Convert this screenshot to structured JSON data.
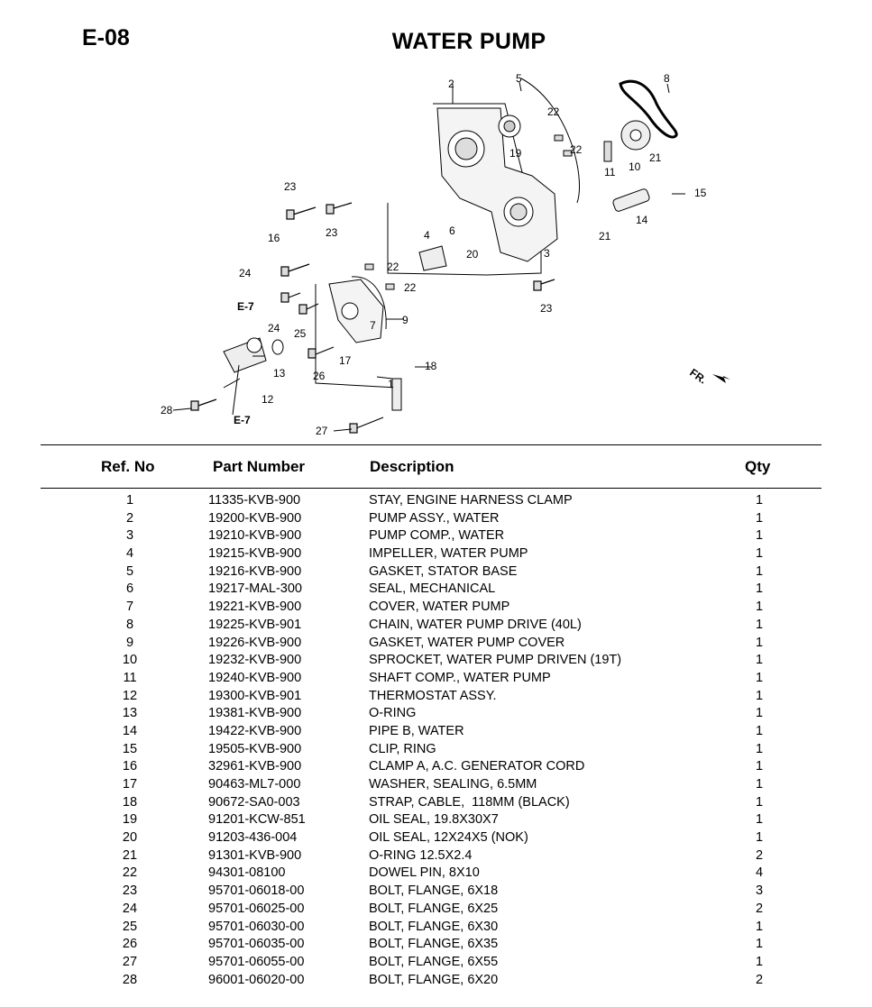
{
  "page": {
    "code": "E-08",
    "title": "WATER PUMP"
  },
  "diagram": {
    "callouts": [
      "1",
      "2",
      "3",
      "4",
      "5",
      "6",
      "7",
      "8",
      "9",
      "10",
      "11",
      "12",
      "13",
      "14",
      "15",
      "16",
      "17",
      "18",
      "19",
      "20",
      "21",
      "22",
      "23",
      "24",
      "25",
      "26",
      "27",
      "28"
    ],
    "refs": [
      "E-7",
      "E-7"
    ],
    "direction": "FR."
  },
  "table": {
    "headers": {
      "ref": "Ref. No",
      "part": "Part Number",
      "desc": "Description",
      "qty": "Qty"
    },
    "rows": [
      {
        "ref": "1",
        "part": "11335-KVB-900",
        "desc": "STAY, ENGINE HARNESS CLAMP",
        "qty": "1"
      },
      {
        "ref": "2",
        "part": "19200-KVB-900",
        "desc": "PUMP ASSY., WATER",
        "qty": "1"
      },
      {
        "ref": "3",
        "part": "19210-KVB-900",
        "desc": "PUMP COMP., WATER",
        "qty": "1"
      },
      {
        "ref": "4",
        "part": "19215-KVB-900",
        "desc": "IMPELLER, WATER PUMP",
        "qty": "1"
      },
      {
        "ref": "5",
        "part": "19216-KVB-900",
        "desc": "GASKET, STATOR BASE",
        "qty": "1"
      },
      {
        "ref": "6",
        "part": "19217-MAL-300",
        "desc": "SEAL, MECHANICAL",
        "qty": "1"
      },
      {
        "ref": "7",
        "part": "19221-KVB-900",
        "desc": "COVER, WATER PUMP",
        "qty": "1"
      },
      {
        "ref": "8",
        "part": "19225-KVB-901",
        "desc": "CHAIN, WATER PUMP DRIVE (40L)",
        "qty": "1"
      },
      {
        "ref": "9",
        "part": "19226-KVB-900",
        "desc": "GASKET, WATER PUMP COVER",
        "qty": "1"
      },
      {
        "ref": "10",
        "part": "19232-KVB-900",
        "desc": "SPROCKET, WATER PUMP DRIVEN (19T)",
        "qty": "1"
      },
      {
        "ref": "11",
        "part": "19240-KVB-900",
        "desc": "SHAFT COMP., WATER PUMP",
        "qty": "1"
      },
      {
        "ref": "12",
        "part": "19300-KVB-901",
        "desc": "THERMOSTAT ASSY.",
        "qty": "1"
      },
      {
        "ref": "13",
        "part": "19381-KVB-900",
        "desc": "O-RING",
        "qty": "1"
      },
      {
        "ref": "14",
        "part": "19422-KVB-900",
        "desc": "PIPE B, WATER",
        "qty": "1"
      },
      {
        "ref": "15",
        "part": "19505-KVB-900",
        "desc": "CLIP, RING",
        "qty": "1"
      },
      {
        "ref": "16",
        "part": "32961-KVB-900",
        "desc": "CLAMP A, A.C. GENERATOR CORD",
        "qty": "1"
      },
      {
        "ref": "17",
        "part": "90463-ML7-000",
        "desc": "WASHER, SEALING, 6.5MM",
        "qty": "1"
      },
      {
        "ref": "18",
        "part": "90672-SA0-003",
        "desc": "STRAP, CABLE,  118MM (BLACK)",
        "qty": "1"
      },
      {
        "ref": "19",
        "part": "91201-KCW-851",
        "desc": "OIL SEAL, 19.8X30X7",
        "qty": "1"
      },
      {
        "ref": "20",
        "part": "91203-436-004",
        "desc": "OIL SEAL, 12X24X5 (NOK)",
        "qty": "1"
      },
      {
        "ref": "21",
        "part": "91301-KVB-900",
        "desc": "O-RING 12.5X2.4",
        "qty": "2"
      },
      {
        "ref": "22",
        "part": "94301-08100",
        "desc": "DOWEL PIN, 8X10",
        "qty": "4"
      },
      {
        "ref": "23",
        "part": "95701-06018-00",
        "desc": "BOLT, FLANGE, 6X18",
        "qty": "3"
      },
      {
        "ref": "24",
        "part": "95701-06025-00",
        "desc": "BOLT, FLANGE, 6X25",
        "qty": "2"
      },
      {
        "ref": "25",
        "part": "95701-06030-00",
        "desc": "BOLT, FLANGE, 6X30",
        "qty": "1"
      },
      {
        "ref": "26",
        "part": "95701-06035-00",
        "desc": "BOLT, FLANGE, 6X35",
        "qty": "1"
      },
      {
        "ref": "27",
        "part": "95701-06055-00",
        "desc": "BOLT, FLANGE, 6X55",
        "qty": "1"
      },
      {
        "ref": "28",
        "part": "96001-06020-00",
        "desc": "BOLT, FLANGE, 6X20",
        "qty": "2"
      }
    ]
  }
}
